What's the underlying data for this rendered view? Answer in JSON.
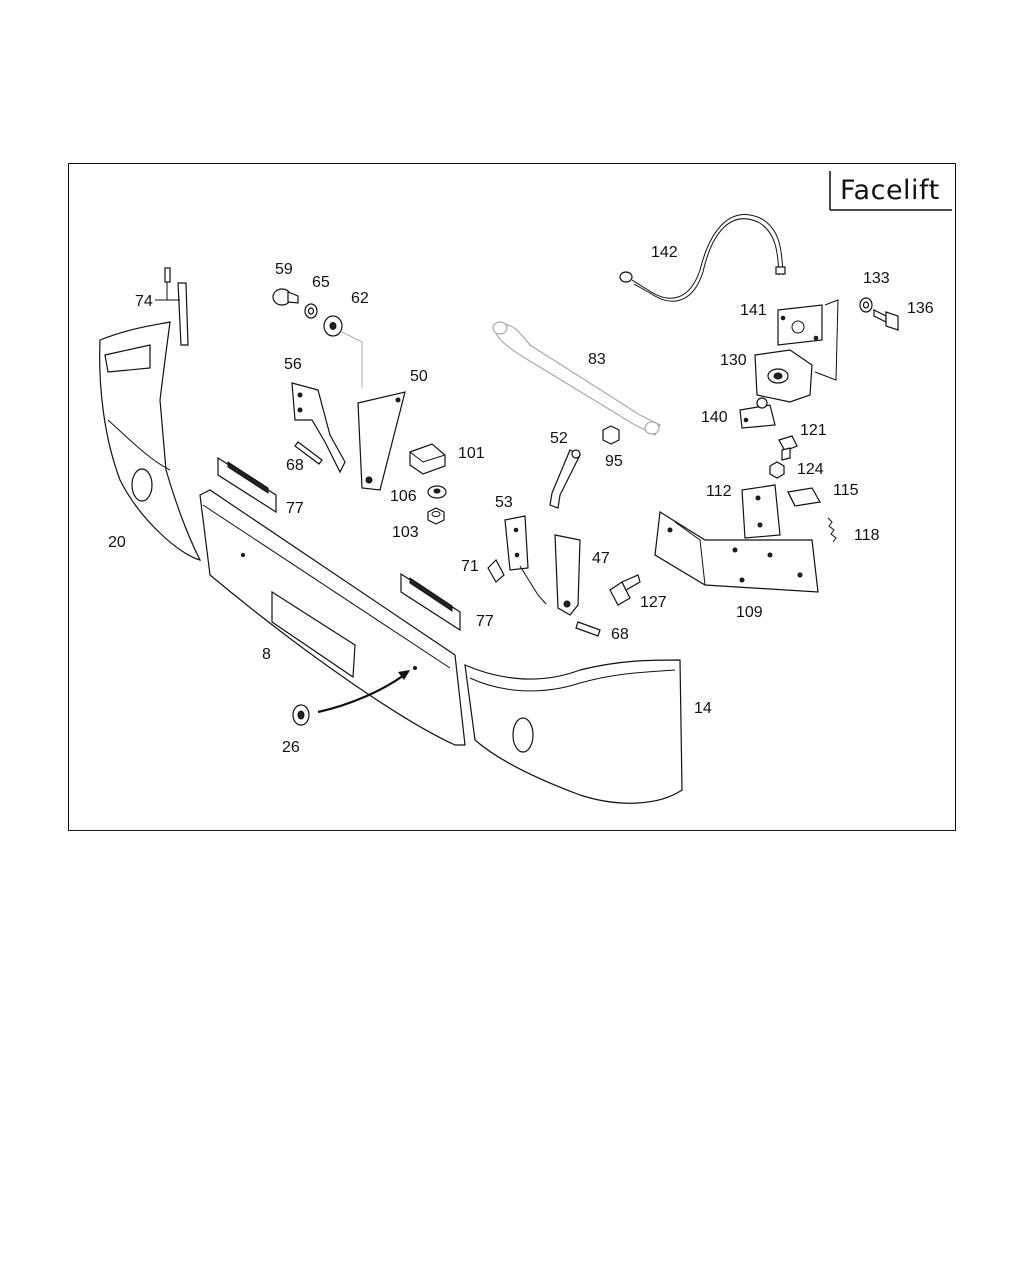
{
  "badge": {
    "text": "Facelift"
  },
  "callouts": [
    {
      "id": "c142",
      "text": "142"
    },
    {
      "id": "c133",
      "text": "133"
    },
    {
      "id": "c136",
      "text": "136"
    },
    {
      "id": "c141",
      "text": "141"
    },
    {
      "id": "c130",
      "text": "130"
    },
    {
      "id": "c140",
      "text": "140"
    },
    {
      "id": "c121",
      "text": "121"
    },
    {
      "id": "c124",
      "text": "124"
    },
    {
      "id": "c112",
      "text": "112"
    },
    {
      "id": "c115",
      "text": "115"
    },
    {
      "id": "c118",
      "text": "118"
    },
    {
      "id": "c109",
      "text": "109"
    },
    {
      "id": "c59",
      "text": "59"
    },
    {
      "id": "c65",
      "text": "65"
    },
    {
      "id": "c62",
      "text": "62"
    },
    {
      "id": "c74",
      "text": "74"
    },
    {
      "id": "c56",
      "text": "56"
    },
    {
      "id": "c50",
      "text": "50"
    },
    {
      "id": "c83",
      "text": "83"
    },
    {
      "id": "c52",
      "text": "52"
    },
    {
      "id": "c95",
      "text": "95"
    },
    {
      "id": "c101",
      "text": "101"
    },
    {
      "id": "c68a",
      "text": "68"
    },
    {
      "id": "c106",
      "text": "106"
    },
    {
      "id": "c103",
      "text": "103"
    },
    {
      "id": "c77a",
      "text": "77"
    },
    {
      "id": "c53",
      "text": "53"
    },
    {
      "id": "c20",
      "text": "20"
    },
    {
      "id": "c71",
      "text": "71"
    },
    {
      "id": "c47",
      "text": "47"
    },
    {
      "id": "c127",
      "text": "127"
    },
    {
      "id": "c77b",
      "text": "77"
    },
    {
      "id": "c68b",
      "text": "68"
    },
    {
      "id": "c8",
      "text": "8"
    },
    {
      "id": "c14",
      "text": "14"
    },
    {
      "id": "c26",
      "text": "26"
    }
  ]
}
